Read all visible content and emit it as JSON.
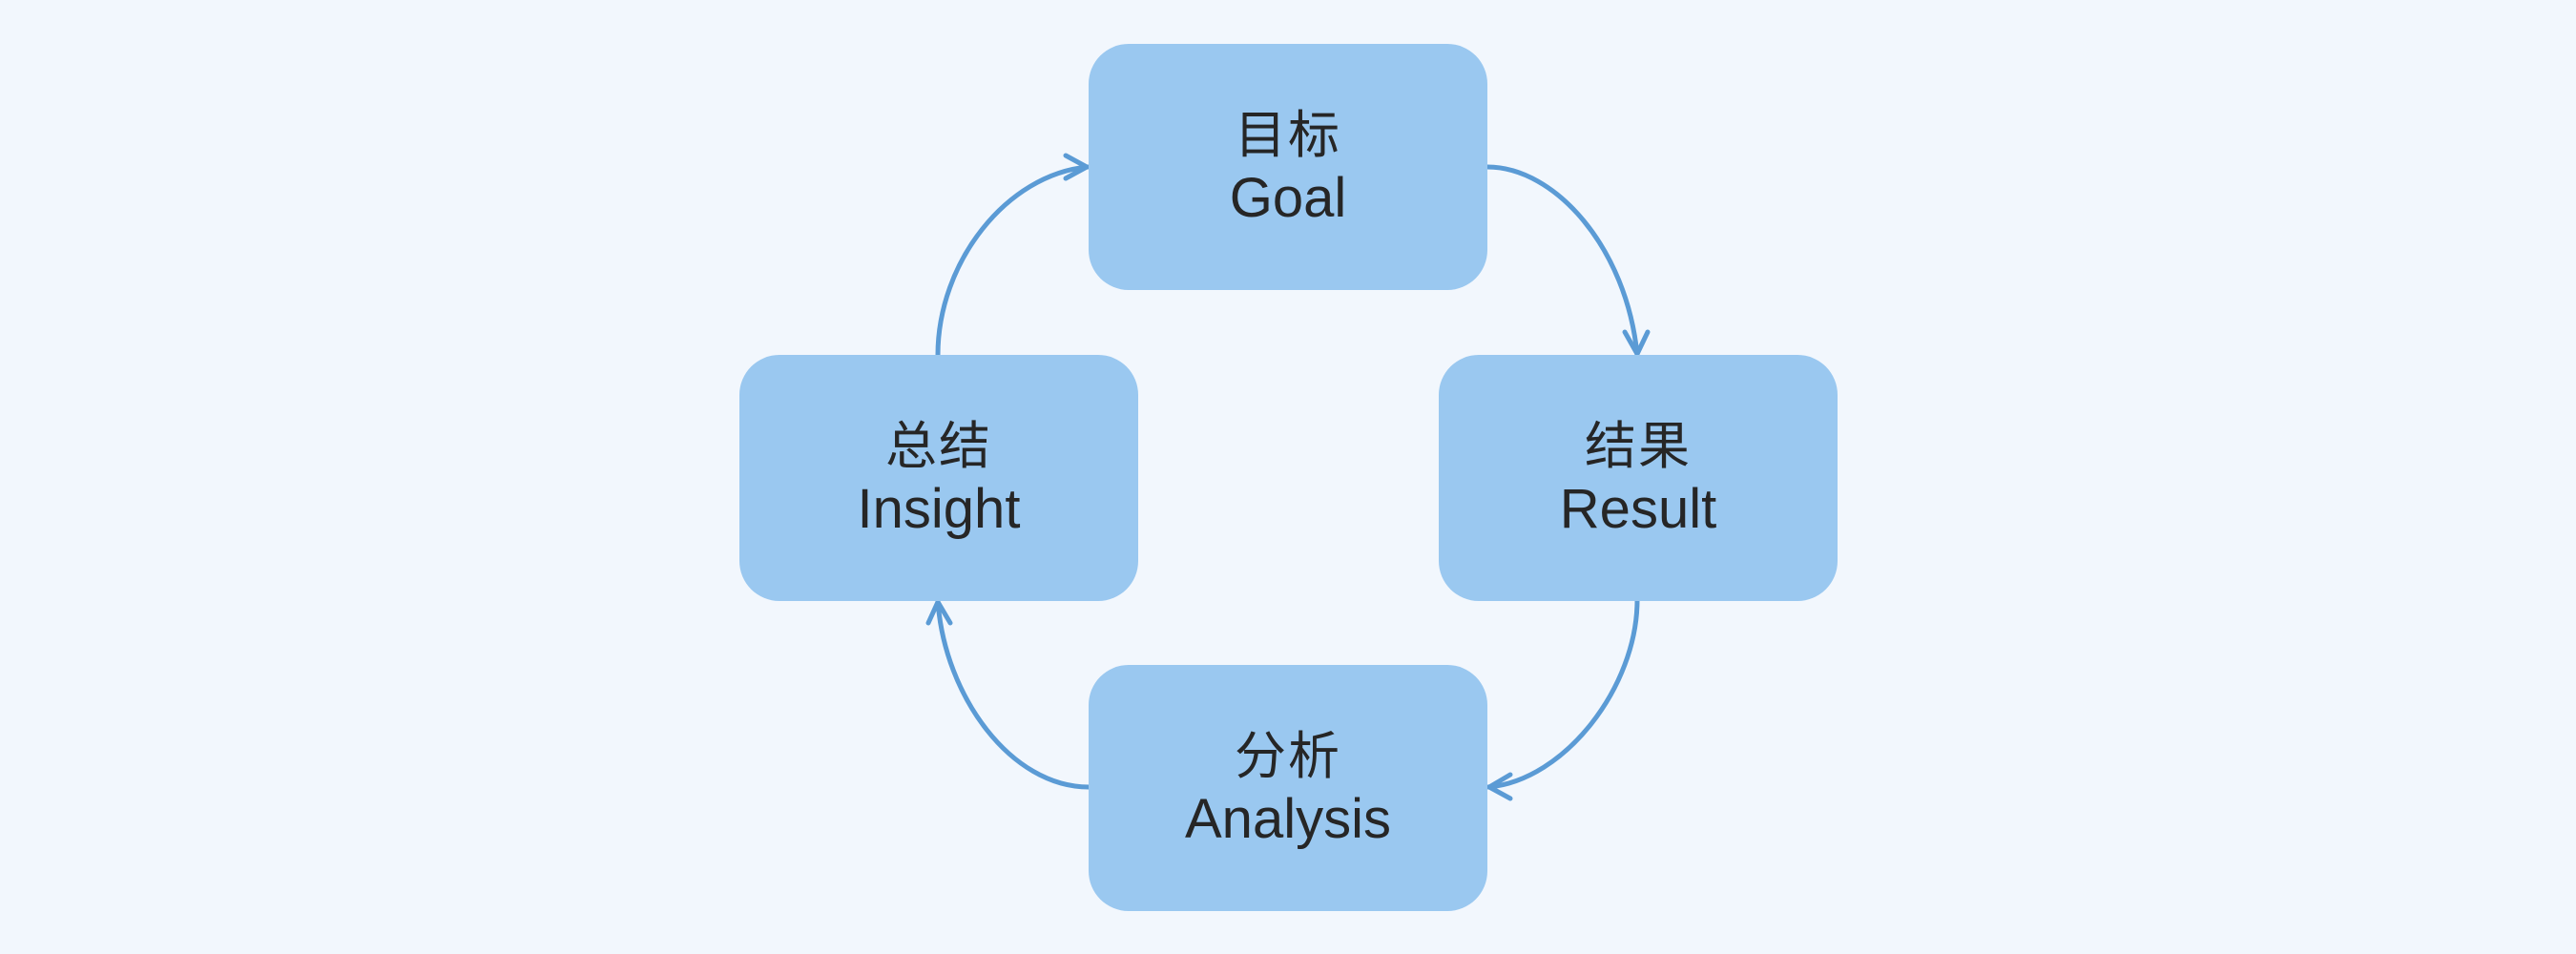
{
  "diagram": {
    "type": "cycle",
    "colors": {
      "background": "#F2F7FD",
      "node_fill": "#9AC8F0",
      "connector": "#5B9BD5",
      "text": "#262626"
    },
    "nodes": [
      {
        "id": "goal",
        "label_zh": "目标",
        "label_en": "Goal"
      },
      {
        "id": "result",
        "label_zh": "结果",
        "label_en": "Result"
      },
      {
        "id": "analysis",
        "label_zh": "分析",
        "label_en": "Analysis"
      },
      {
        "id": "insight",
        "label_zh": "总结",
        "label_en": "Insight"
      }
    ],
    "edges": [
      {
        "from": "goal",
        "to": "result"
      },
      {
        "from": "result",
        "to": "analysis"
      },
      {
        "from": "analysis",
        "to": "insight"
      },
      {
        "from": "insight",
        "to": "goal"
      }
    ]
  }
}
